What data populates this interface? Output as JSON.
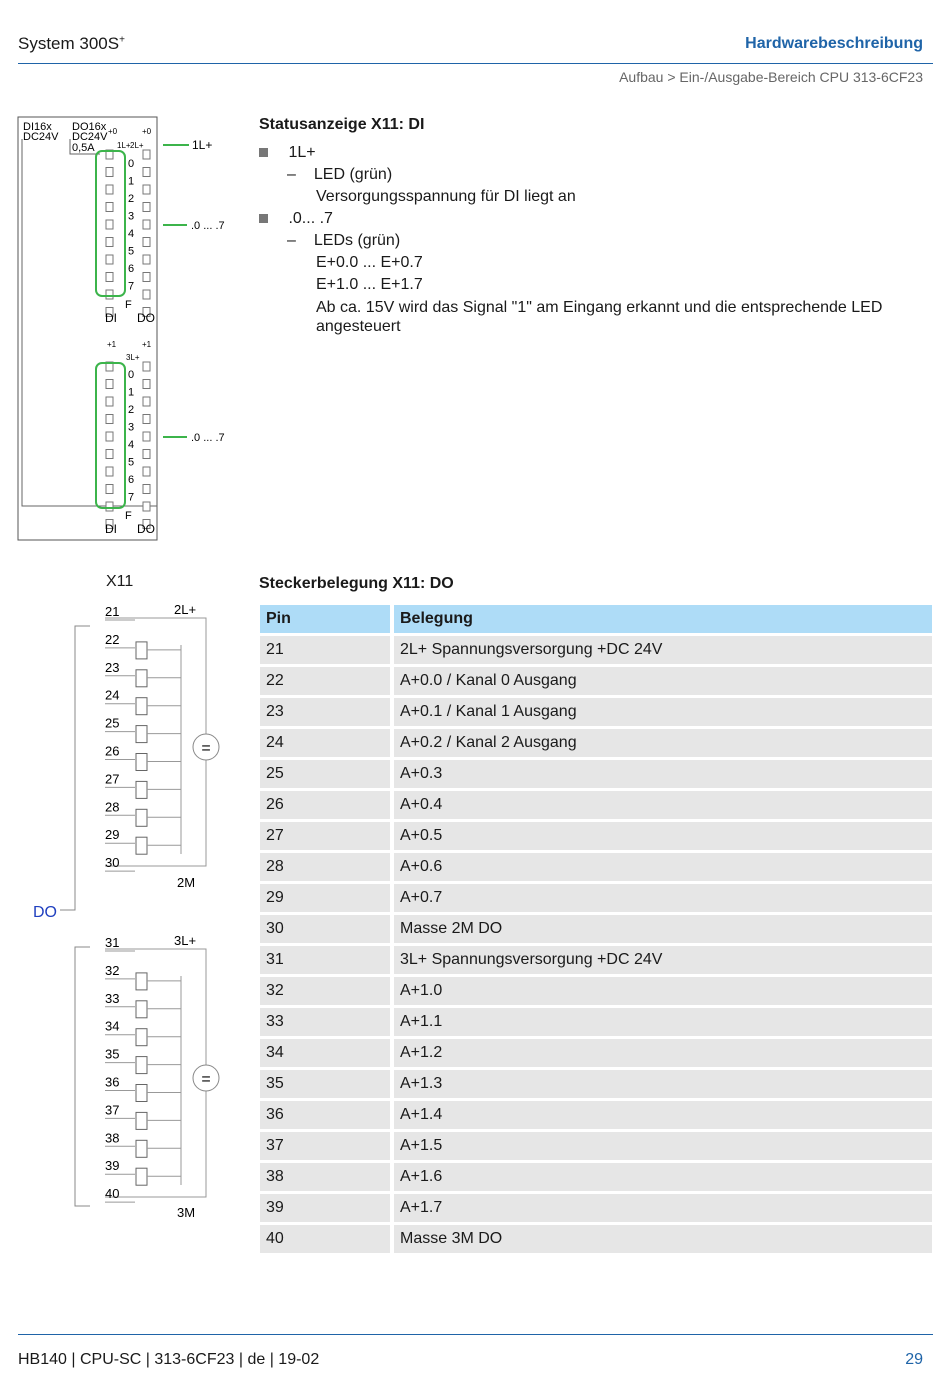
{
  "header": {
    "title": "System 300S",
    "title_sup": "+",
    "section": "Hardwarebeschreibung",
    "breadcrumb": "Aufbau > Ein-/Ausgabe-Bereich CPU 313-6CF23"
  },
  "module": {
    "label_di": "DI16x",
    "label_dc1": "DC24V",
    "label_do": "DO16x",
    "label_dc2": "DC24V",
    "label_amp": "0,5A",
    "plus0_a": "+0",
    "plus0_b": "+0",
    "plus1_a": "+1",
    "plus1_b": "+1",
    "l1": "1L+",
    "l2": "2L+",
    "l3": "3L+",
    "numbers": [
      "0",
      "1",
      "2",
      "3",
      "4",
      "5",
      "6",
      "7"
    ],
    "f": "F",
    "di": "DI",
    "do": "DO",
    "callout_1l": "1L+",
    "callout_range1": ".0 ... .7",
    "callout_range2": ".0 ... .7"
  },
  "status": {
    "title": "Statusanzeige X11: DI",
    "items": [
      {
        "label": "1L+",
        "sub": [
          "LED (grün)",
          "Versorgungsspannung für DI liegt an"
        ]
      },
      {
        "label": ".0... .7",
        "sub": [
          "LEDs (grün)",
          "E+0.0 ... E+0.7",
          "E+1.0 ... E+1.7",
          "Ab ca. 15V wird das Signal \"1\" am Eingang erkannt und die entsprechende LED angesteuert"
        ]
      }
    ],
    "dash": "–"
  },
  "connector": {
    "name": "X11",
    "group_label": "DO",
    "group1": {
      "supply": "2L+",
      "ground": "2M",
      "pins": [
        "21",
        "22",
        "23",
        "24",
        "25",
        "26",
        "27",
        "28",
        "29",
        "30"
      ],
      "symbol": "="
    },
    "group2": {
      "supply": "3L+",
      "ground": "3M",
      "pins": [
        "31",
        "32",
        "33",
        "34",
        "35",
        "36",
        "37",
        "38",
        "39",
        "40"
      ],
      "symbol": "="
    }
  },
  "pinout": {
    "title": "Steckerbelegung X11: DO",
    "headers": [
      "Pin",
      "Belegung"
    ],
    "rows": [
      [
        "21",
        "2L+ Spannungsversorgung +DC 24V"
      ],
      [
        "22",
        "A+0.0 / Kanal 0 Ausgang"
      ],
      [
        "23",
        "A+0.1 / Kanal 1 Ausgang"
      ],
      [
        "24",
        "A+0.2 / Kanal 2 Ausgang"
      ],
      [
        "25",
        "A+0.3"
      ],
      [
        "26",
        "A+0.4"
      ],
      [
        "27",
        "A+0.5"
      ],
      [
        "28",
        "A+0.6"
      ],
      [
        "29",
        "A+0.7"
      ],
      [
        "30",
        "Masse 2M DO"
      ],
      [
        "31",
        "3L+ Spannungsversorgung +DC 24V"
      ],
      [
        "32",
        "A+1.0"
      ],
      [
        "33",
        "A+1.1"
      ],
      [
        "34",
        "A+1.2"
      ],
      [
        "35",
        "A+1.3"
      ],
      [
        "36",
        "A+1.4"
      ],
      [
        "37",
        "A+1.5"
      ],
      [
        "38",
        "A+1.6"
      ],
      [
        "39",
        "A+1.7"
      ],
      [
        "40",
        "Masse 3M DO"
      ]
    ]
  },
  "footer": {
    "left": "HB140 | CPU-SC | 313-6CF23 | de | 19-02",
    "page": "29"
  }
}
